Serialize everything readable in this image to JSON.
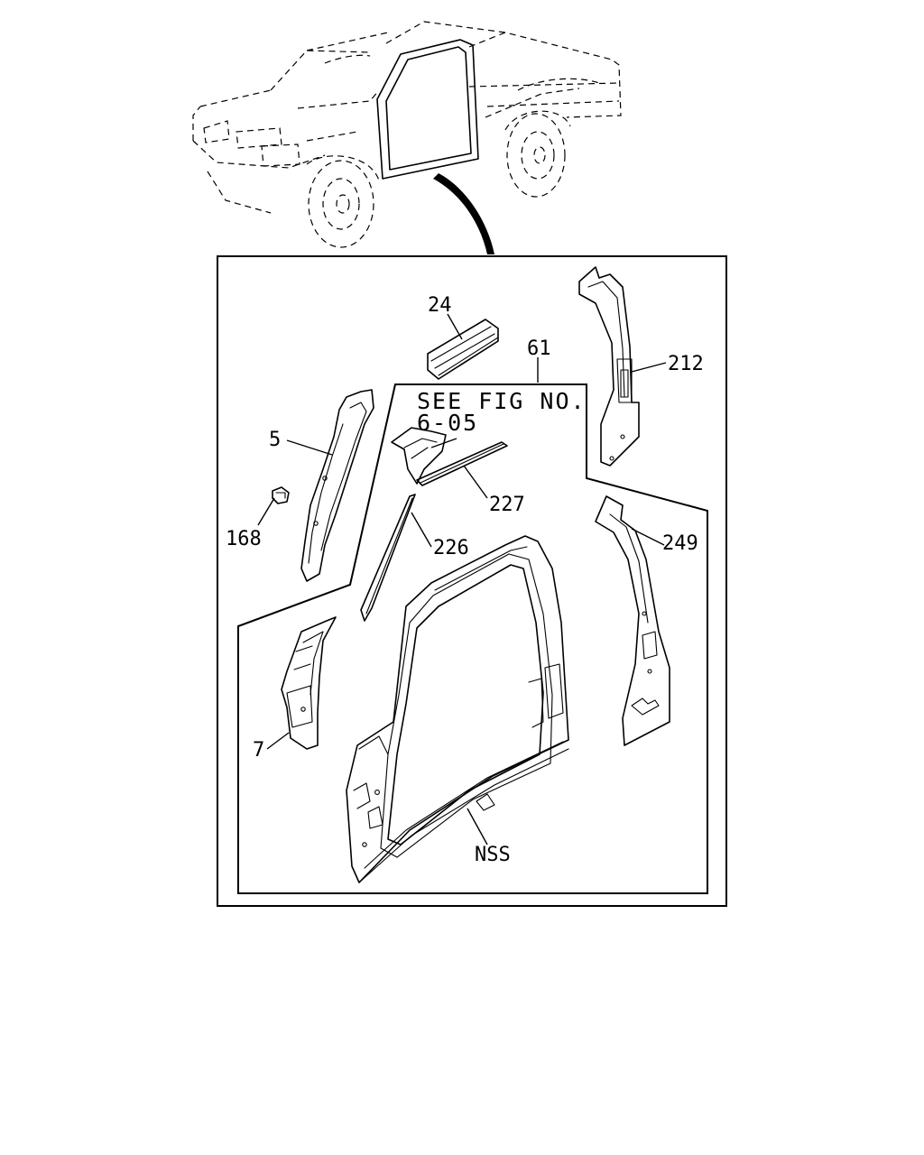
{
  "reference_note": {
    "line1": "SEE FIG NO.",
    "line2": "6-05"
  },
  "callouts": {
    "p24": "24",
    "p61": "61",
    "p212": "212",
    "p5": "5",
    "p168": "168",
    "p227": "227",
    "p226": "226",
    "p249": "249",
    "p7": "7",
    "nss": "NSS"
  }
}
